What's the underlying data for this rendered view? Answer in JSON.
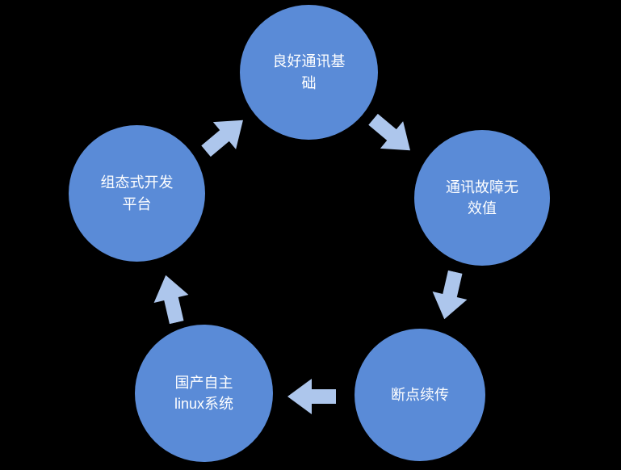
{
  "diagram": {
    "type": "cycle",
    "background_color": "#000000",
    "node_color": "#5A8BD7",
    "arrow_color": "#ADC6EC",
    "text_color": "#FFFFFF",
    "nodes": [
      {
        "position": "top",
        "label": "良好通讯基\n础"
      },
      {
        "position": "right",
        "label": "通讯故障无\n效值"
      },
      {
        "position": "bottom-right",
        "label": "断点续传"
      },
      {
        "position": "bottom-left",
        "label": "国产自主\nlinux系统"
      },
      {
        "position": "left",
        "label": "组态式开发\n平台"
      }
    ],
    "arrows": [
      {
        "from": "top",
        "to": "right",
        "direction": "down-right"
      },
      {
        "from": "right",
        "to": "bottom-right",
        "direction": "down"
      },
      {
        "from": "bottom-right",
        "to": "bottom-left",
        "direction": "left"
      },
      {
        "from": "bottom-left",
        "to": "left",
        "direction": "up"
      },
      {
        "from": "left",
        "to": "top",
        "direction": "up-right"
      }
    ]
  }
}
